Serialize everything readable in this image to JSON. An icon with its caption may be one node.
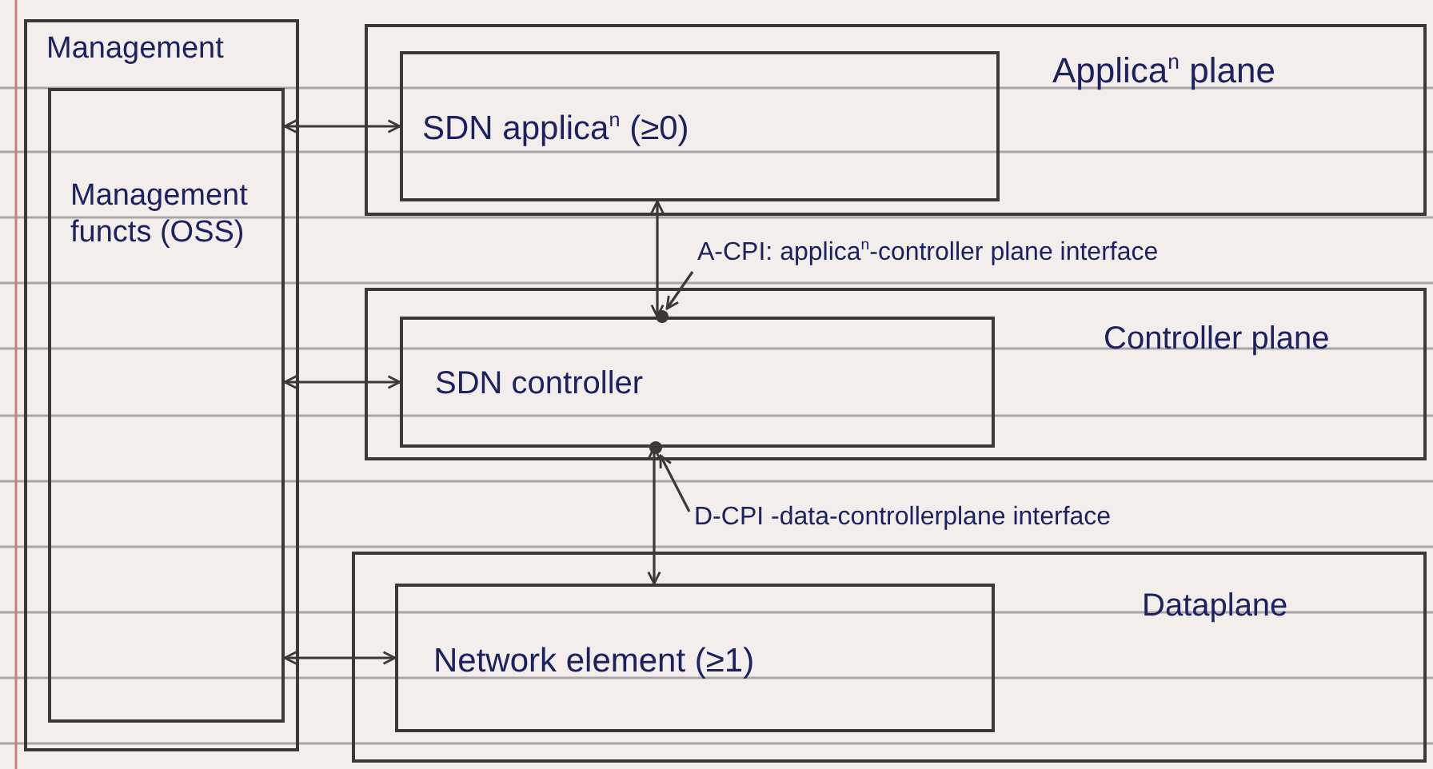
{
  "diagram": {
    "nodes": [
      {
        "text": [
          "Management"
        ]
      },
      {
        "text": [
          "Management functs (OSS)"
        ],
        "in": 0
      },
      {
        "text": [
          "Applica$^{n}$ plane"
        ]
      },
      {
        "text": [
          "SDN applica$^{n}$ (≥0)"
        ],
        "in": 2
      },
      {
        "text": [
          "Controller plane"
        ]
      },
      {
        "text": [
          "SDN controller"
        ],
        "in": 4
      },
      {
        "text": [
          "Dataplane"
        ]
      },
      {
        "text": [
          "Network element (≥1)"
        ],
        "in": 6
      },
      {
        "text": [
          "A-CPI: applica$^{n}$-controller plane interface"
        ]
      },
      {
        "text": [
          "D-CPI -data-controllerplane interface"
        ]
      }
    ],
    "edges": [
      {
        "from": 1,
        "to": 3,
        "arrow": "both"
      },
      {
        "from": 1,
        "to": 5,
        "arrow": "both"
      },
      {
        "from": 1,
        "to": 7,
        "arrow": "both"
      },
      {
        "from": 3,
        "to": 5,
        "arrow": "both"
      },
      {
        "from": 5,
        "to": 7,
        "arrow": "both"
      },
      {
        "from": 8,
        "to": 5,
        "arrow": "to"
      },
      {
        "from": 9,
        "to": 5,
        "arrow": "to"
      }
    ]
  }
}
